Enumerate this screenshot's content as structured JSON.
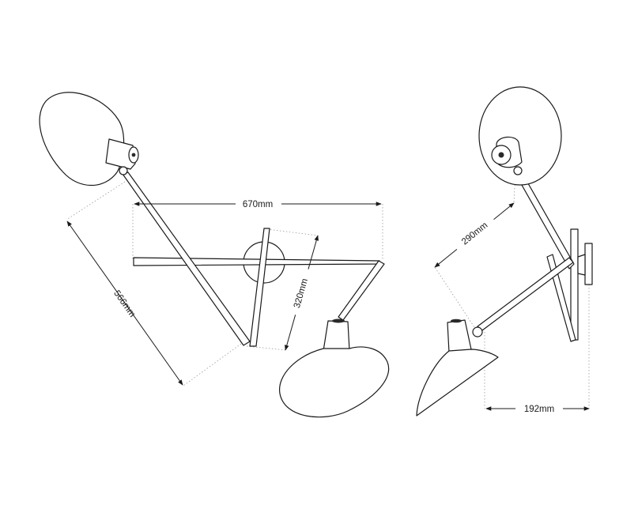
{
  "dimensions": {
    "width_label": "670mm",
    "diagonal_label": "566mm",
    "height_label": "320mm",
    "arm_label": "290mm",
    "projection_label": "192mm"
  }
}
